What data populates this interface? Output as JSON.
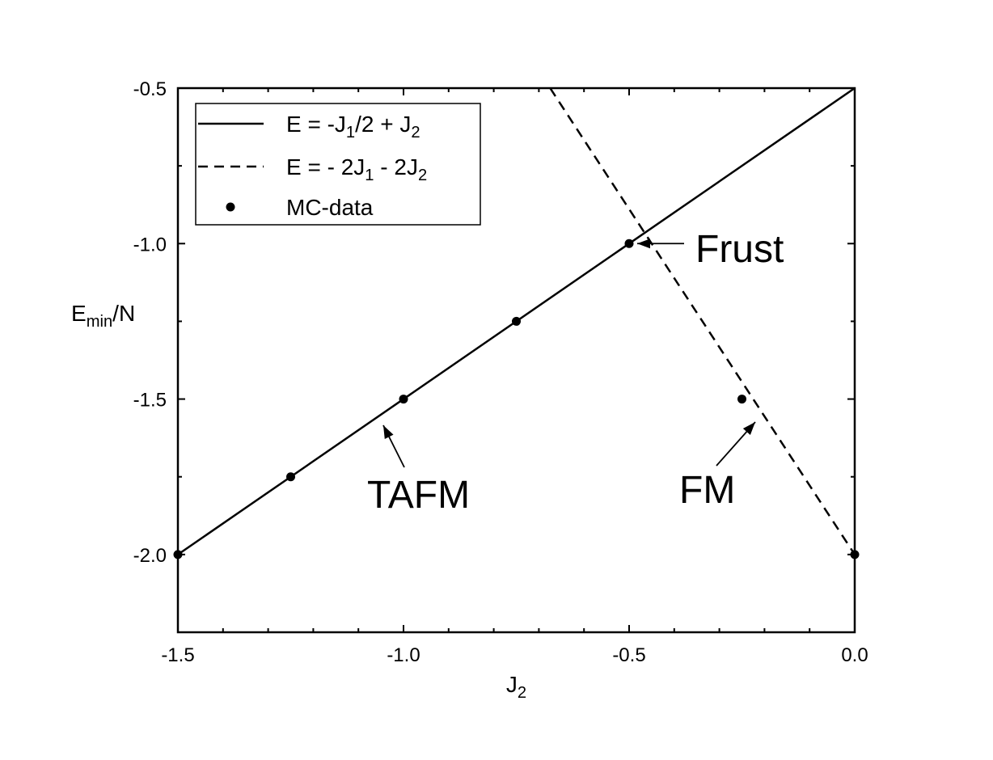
{
  "chart_data": {
    "type": "line",
    "xlabel": {
      "base": "J",
      "sub": "2"
    },
    "ylabel": {
      "base": "E",
      "sub": "min",
      "suffix": "/N"
    },
    "xlim": [
      -1.5,
      0.0
    ],
    "ylim": [
      -2.25,
      -0.5
    ],
    "x_ticks": [
      -1.5,
      -1.0,
      -0.5,
      0.0
    ],
    "x_tick_labels": [
      "-1.5",
      "-1.0",
      "-0.5",
      "0.0"
    ],
    "y_ticks": [
      -0.5,
      -1.0,
      -1.5,
      -2.0
    ],
    "y_tick_labels": [
      "-0.5",
      "-1.0",
      "-1.5",
      "-2.0"
    ],
    "x_minor_step": 0.1,
    "y_minor_step": 0.25,
    "grid": false,
    "legend_position": "top-left",
    "legend": [
      {
        "style": "solid",
        "parts": [
          [
            "E =   -J",
            ""
          ],
          [
            "1",
            "sub"
          ],
          [
            "/2 + J",
            ""
          ],
          [
            "2",
            "sub"
          ]
        ]
      },
      {
        "style": "dashed",
        "parts": [
          [
            "E =  - 2J",
            ""
          ],
          [
            "1",
            "sub"
          ],
          [
            " - 2J",
            ""
          ],
          [
            "2",
            "sub"
          ]
        ]
      },
      {
        "style": "dot",
        "parts": [
          [
            "MC-data",
            ""
          ]
        ]
      }
    ],
    "series": [
      {
        "style": "solid",
        "x": [
          -1.5,
          0.0
        ],
        "y": [
          -2.0,
          -0.5
        ]
      },
      {
        "style": "dashed",
        "x": [
          -0.675,
          0.0
        ],
        "y": [
          -0.5,
          -2.0
        ]
      },
      {
        "style": "markers",
        "x": [
          -1.5,
          -1.25,
          -1.0,
          -0.75,
          -0.5,
          -0.25,
          0.0
        ],
        "y": [
          -2.0,
          -1.75,
          -1.5,
          -1.25,
          -1.0,
          -1.5,
          -2.0
        ]
      }
    ],
    "annotations": [
      {
        "text": "Frust",
        "target": [
          -0.5,
          -1.0
        ],
        "label_at": [
          -0.29,
          -1.02
        ]
      },
      {
        "text": "TAFM",
        "target": [
          -1.09,
          -1.58
        ],
        "label_at": [
          -1.18,
          -1.8
        ]
      },
      {
        "text": "FM",
        "target": [
          -0.23,
          -1.57
        ],
        "label_at": [
          -0.27,
          -1.77
        ]
      }
    ]
  }
}
